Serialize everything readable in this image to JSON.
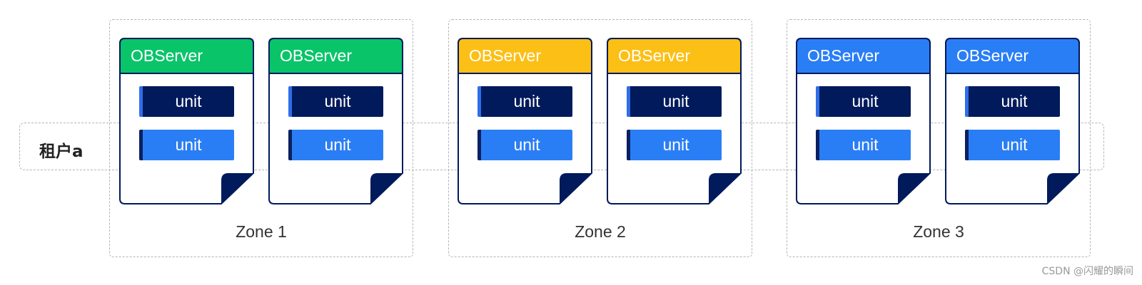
{
  "tenant": {
    "label": "租户a"
  },
  "zones": [
    {
      "label": "Zone 1",
      "header_color": "#0ac46a",
      "servers": [
        {
          "title": "OBServer",
          "units": [
            "unit",
            "unit"
          ]
        },
        {
          "title": "OBServer",
          "units": [
            "unit",
            "unit"
          ]
        }
      ]
    },
    {
      "label": "Zone 2",
      "header_color": "#fcbf16",
      "servers": [
        {
          "title": "OBServer",
          "units": [
            "unit",
            "unit"
          ]
        },
        {
          "title": "OBServer",
          "units": [
            "unit",
            "unit"
          ]
        }
      ]
    },
    {
      "label": "Zone 3",
      "header_color": "#2a7ef5",
      "servers": [
        {
          "title": "OBServer",
          "units": [
            "unit",
            "unit"
          ]
        },
        {
          "title": "OBServer",
          "units": [
            "unit",
            "unit"
          ]
        }
      ]
    }
  ],
  "colors": {
    "card_border": "#001a5b",
    "unit_dark": "#001a5b",
    "unit_blue": "#2a7ef5",
    "dashed_border": "#b5b5b5"
  },
  "watermark": "CSDN @闪耀的瞬间"
}
